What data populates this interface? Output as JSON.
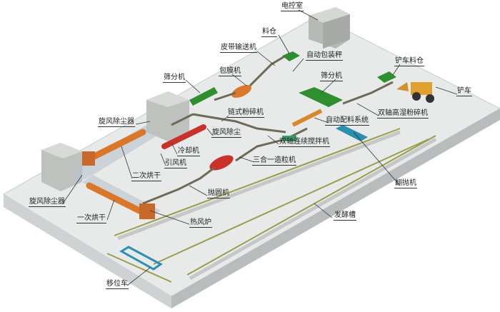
{
  "labels": {
    "control_room": "电控室",
    "silo": "料仓",
    "belt_conveyor": "皮带输送机",
    "auto_packing_scale": "自动包装秤",
    "loader_silo": "铲车料仓",
    "coating_machine": "包膜机",
    "screener_1": "筛分机",
    "screener_2": "筛分机",
    "loader": "铲车",
    "chain_crusher": "链式粉碎机",
    "dual_shaft_crusher": "双轴高湿粉碎机",
    "auto_batching": "自动配料系统",
    "cyclone_1": "旋风除尘器",
    "cyclone_dust": "旋风除尘",
    "dual_shaft_mixer": "双轴连续搅拌机",
    "cooler": "冷却机",
    "granulator": "三合一造粒机",
    "induced_fan": "引风机",
    "second_dryer": "二次烘干",
    "rounding_machine": "抛圆机",
    "turner": "翻抛机",
    "cyclone_2": "旋风除尘器",
    "first_dryer": "一次烘干",
    "hot_air_furnace": "热风炉",
    "fermentation_tank": "发酵槽",
    "transfer_car": "移位车"
  },
  "colors": {
    "green": "#2f8f2f",
    "orange": "#d9782a",
    "red": "#c8322a",
    "blue": "#2a8fb0",
    "slab": "#e6e8e8",
    "building": "#bfc1bf"
  }
}
